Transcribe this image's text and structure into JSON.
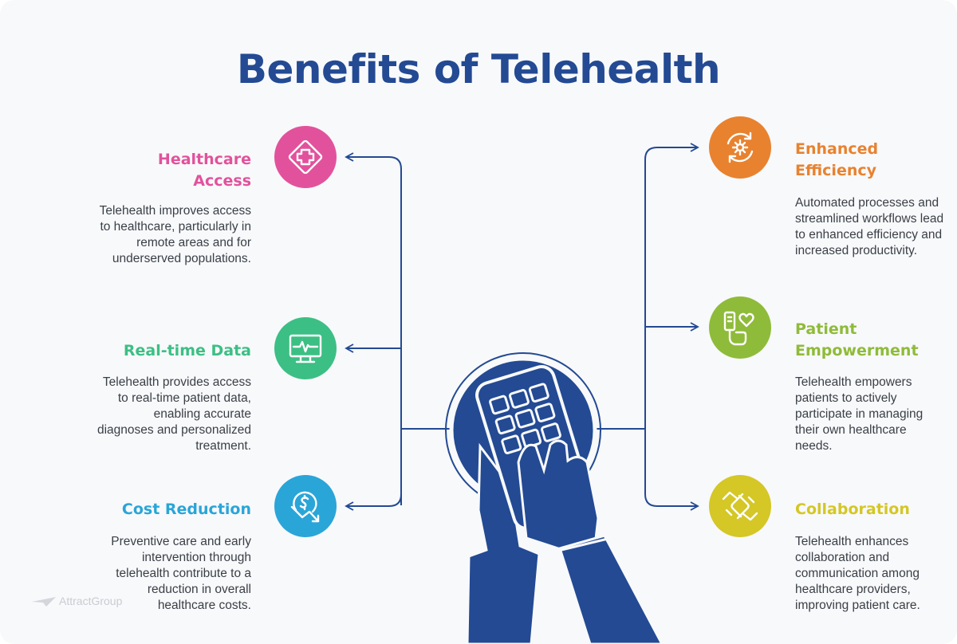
{
  "title": "Benefits of Telehealth",
  "brand": "AttractGroup",
  "colors": {
    "navy": "#234a93",
    "pink": "#e2529c",
    "green": "#3cbf84",
    "blue": "#2aa5d8",
    "orange": "#e8822f",
    "lime": "#8fbb3a",
    "yellow": "#d4c726"
  },
  "benefits": [
    {
      "title": "Healthcare Access",
      "icon": "medical-cross-icon",
      "color": "#e2529c",
      "description": "Telehealth improves access to healthcare, particularly in remote areas and for underserved populations."
    },
    {
      "title": "Real-time Data",
      "icon": "heartbeat-monitor-icon",
      "color": "#3cbf84",
      "description": "Telehealth provides access to real-time patient data, enabling accurate diagnoses and personalized treatment."
    },
    {
      "title": "Cost Reduction",
      "icon": "dollar-decrease-icon",
      "color": "#2aa5d8",
      "description": "Preventive care and early intervention through telehealth contribute to a reduction in overall healthcare costs."
    },
    {
      "title": "Enhanced Efficiency",
      "icon": "gear-cycle-icon",
      "color": "#e8822f",
      "description": "Automated processes and streamlined workflows lead to enhanced efficiency and increased productivity."
    },
    {
      "title": "Patient Empowerment",
      "icon": "hand-heart-icon",
      "color": "#8fbb3a",
      "description": "Telehealth empowers patients to actively participate in managing their own healthcare needs."
    },
    {
      "title": "Collaboration",
      "icon": "handshake-icon",
      "color": "#d4c726",
      "description": "Telehealth enhances collaboration and communication among healthcare providers, improving patient care."
    }
  ]
}
